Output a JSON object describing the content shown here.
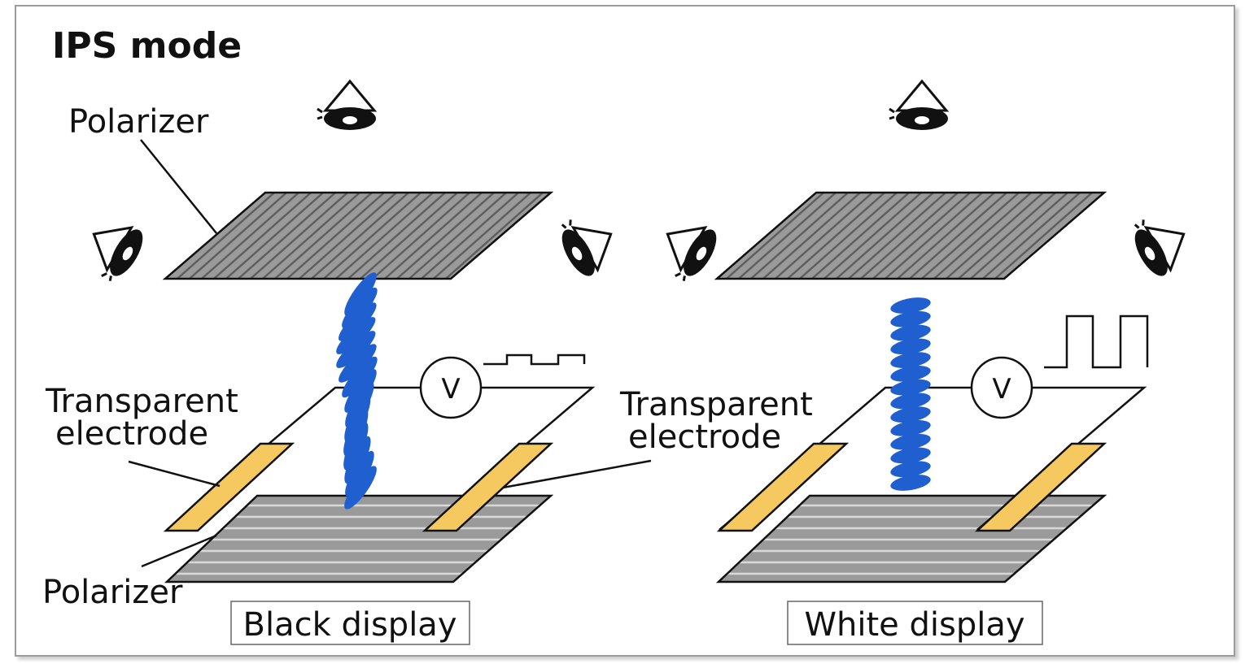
{
  "title": "IPS mode",
  "labels": {
    "polarizer_top": "Polarizer",
    "polarizer_bottom": "Polarizer",
    "electrode_left": [
      "Transparent",
      "electrode"
    ],
    "electrode_right": [
      "Transparent",
      "electrode"
    ],
    "voltmeter": "V"
  },
  "panels": [
    {
      "caption": "Black display",
      "signal": "low amplitude"
    },
    {
      "caption": "White display",
      "signal": "high amplitude"
    }
  ],
  "colors": {
    "polarizer_fill": "#9a9a9a",
    "polarizer_lines": "#5e5e5e",
    "liquid_crystal": "#1f5fcf",
    "electrode": "#f6c860",
    "outline": "#111111"
  },
  "icons": [
    "eye-icon"
  ]
}
